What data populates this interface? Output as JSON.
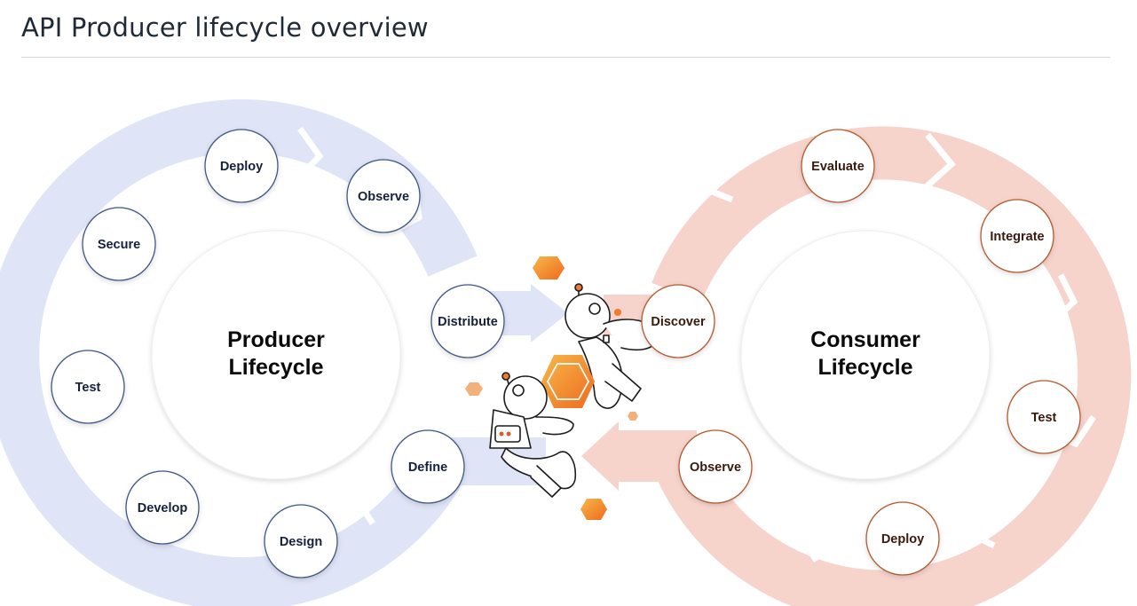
{
  "page": {
    "title": "API Producer lifecycle overview"
  },
  "producer": {
    "center_line1": "Producer",
    "center_line2": "Lifecycle",
    "steps": [
      "Deploy",
      "Observe",
      "Distribute",
      "Define",
      "Design",
      "Develop",
      "Test",
      "Secure"
    ]
  },
  "consumer": {
    "center_line1": "Consumer",
    "center_line2": "Lifecycle",
    "steps": [
      "Evaluate",
      "Integrate",
      "Test",
      "Deploy",
      "Observe",
      "Discover"
    ]
  },
  "colors": {
    "producer_ring": "#dfe4f6",
    "producer_node_border": "#3f5686",
    "producer_text": "#14213d",
    "consumer_ring": "#f6d4cc",
    "consumer_node_border": "#b45a2e",
    "consumer_text": "#3a1a0d",
    "hexagon_accent": "#f08a24"
  },
  "illustration": {
    "description_icon": "astronaut-icon"
  }
}
